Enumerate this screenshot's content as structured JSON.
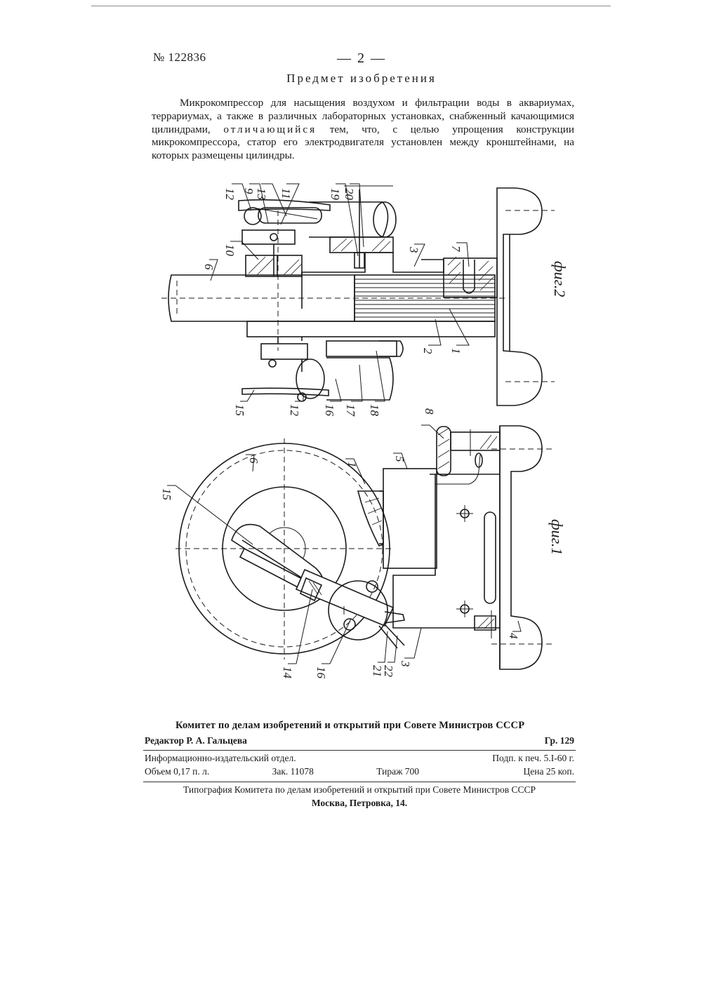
{
  "header": {
    "patent_number": "№ 122836",
    "page_number": "— 2 —"
  },
  "claim": {
    "heading": "Предмет изобретения",
    "text_before": "Микрокомпрессор для насыщения воздухом и фильтрации воды в аквариумах, террариумах, а также в различных лабораторных установках, снабженный качающимися цилиндрами,",
    "emphasis": "отличающийся",
    "text_after": "тем, что, с целью упрощения конструкции микрокомпрессора, статор его электродвигателя установлен между кронштейнами, на которых размещены цилиндры."
  },
  "figure2": {
    "caption": "фиг.2",
    "callouts": [
      "12",
      "9",
      "13",
      "11",
      "19",
      "20",
      "10",
      "6",
      "3",
      "7",
      "2",
      "1",
      "15",
      "12",
      "16",
      "17",
      "18"
    ]
  },
  "figure1": {
    "caption": "фиг.1",
    "callouts": [
      "8",
      "6",
      "1",
      "5",
      "15",
      "14",
      "16",
      "21",
      "22",
      "3",
      "4"
    ]
  },
  "imprint": {
    "committee": "Комитет по делам изобретений и открытий при Совете Министров СССР",
    "editor": "Редактор Р. А. Гальцева",
    "group": "Гр. 129",
    "department": "Информационно-издательский отдел.",
    "signed": "Подп. к печ. 5.I-60 г.",
    "volume": "Объем 0,17 п. л.",
    "order": "Зак. 11078",
    "circulation": "Тираж 700",
    "price": "Цена 25 коп.",
    "printing_house": "Типография Комитета по делам изобретений и открытий при Совете Министров СССР",
    "address": "Москва, Петровка, 14."
  }
}
